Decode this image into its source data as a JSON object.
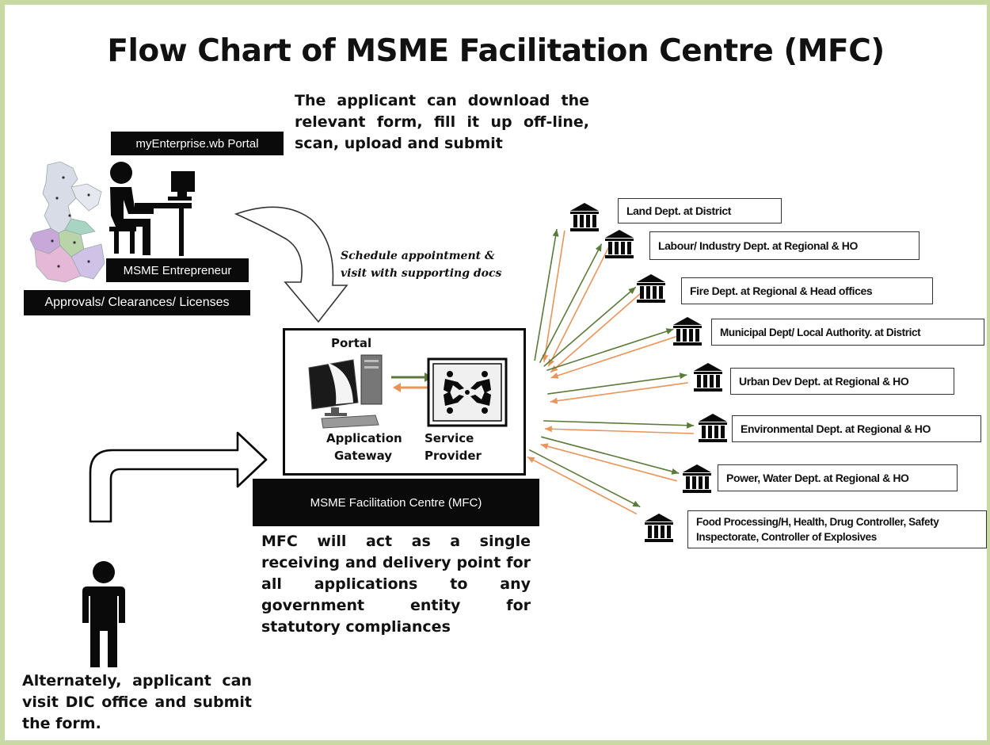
{
  "title": "Flow Chart of MSME Facilitation Centre (MFC)",
  "intro_text": "The applicant can download the relevant form, fill it up off-line, scan, upload and submit",
  "portal_label": "myEnterprise.wb Portal",
  "entrepreneur_label": "MSME Entrepreneur",
  "approvals_label": "Approvals/ Clearances/ Licenses",
  "schedule_text": [
    "Schedule appointment &",
    "visit with supporting docs"
  ],
  "mfc_box": {
    "portal": "Portal",
    "gateway": [
      "Application",
      "Gateway"
    ],
    "provider": [
      "Service",
      "Provider"
    ]
  },
  "mfc_label": "MSME  Facilitation Centre (MFC)",
  "mfc_text": "MFC will act as a single receiving and delivery point for all applications to any government entity for statutory compliances",
  "alternate_text": "Alternately, applicant can visit DIC office and submit the form.",
  "departments": [
    {
      "label": "Land Dept. at District"
    },
    {
      "label": "Labour/ Industry  Dept. at Regional & HO"
    },
    {
      "label": "Fire Dept. at Regional & Head offices"
    },
    {
      "label": "Municipal Dept/ Local Authority. at District"
    },
    {
      "label": "Urban Dev  Dept. at Regional & HO"
    },
    {
      "label": "Environmental Dept. at Regional & HO"
    },
    {
      "label": "Power, Water Dept. at Regional & HO"
    },
    {
      "label": "Food Processing/H, Health, Drug Controller, Safety Inspectorate, Controller of Explosives"
    }
  ],
  "colors": {
    "outgoing_arrow": "#5a7a3a",
    "incoming_arrow": "#e8945a",
    "page_border": "#c8d9a4"
  }
}
